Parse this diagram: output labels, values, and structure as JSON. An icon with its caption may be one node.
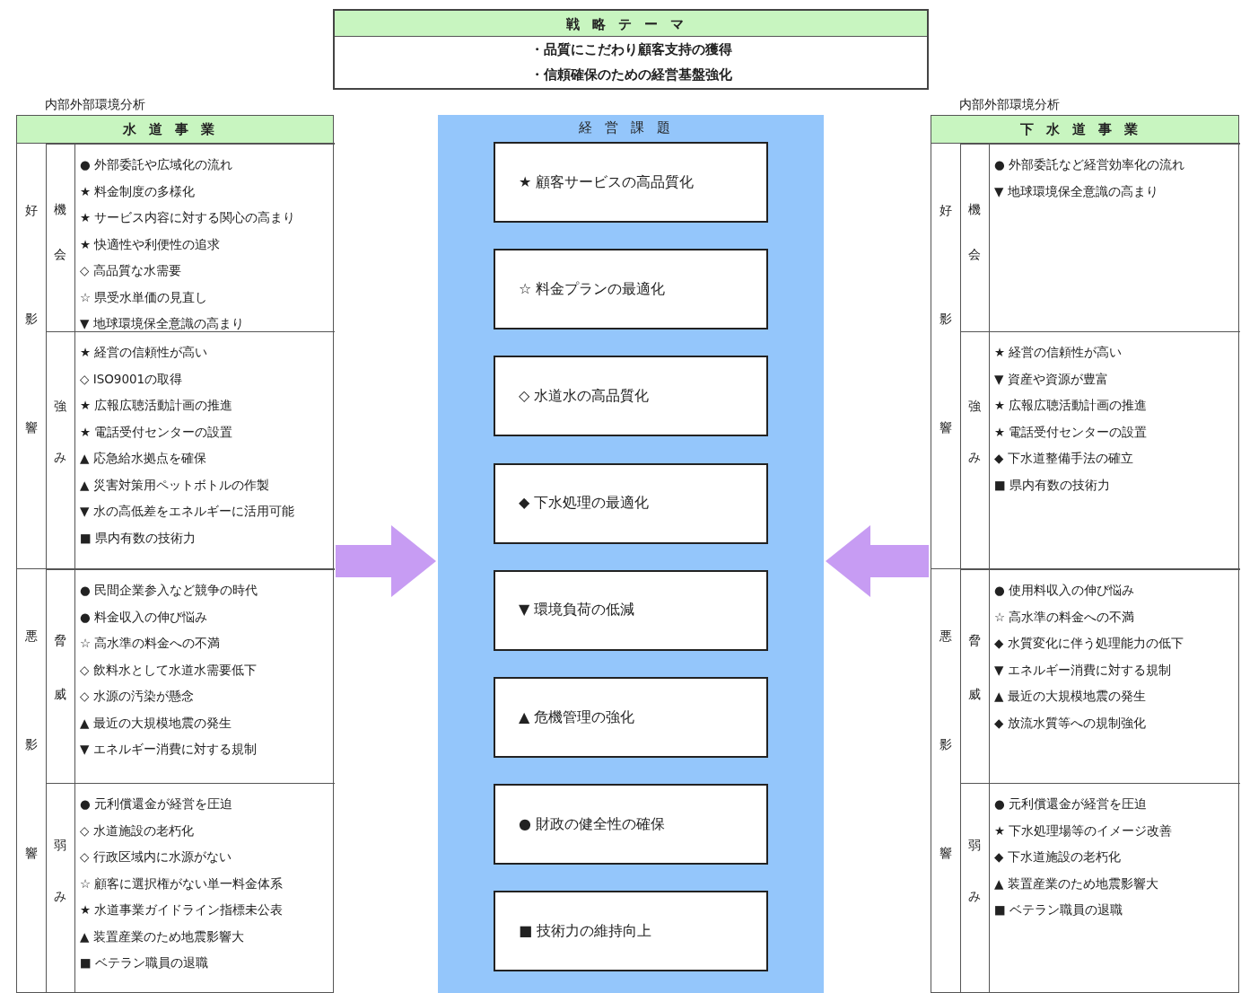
{
  "diagram": {
    "nodes": [
      {
        "text": [
          "戦略テーマ",
          "・品質にこだわり顧客支持の獲得",
          "・信頼確保のための経営基盤強化"
        ]
      },
      {
        "text": [
          "水道事業"
        ],
        "beside": [
          "内部外部環境分析"
        ]
      },
      {
        "text": [
          "好影響"
        ],
        "in": 1
      },
      {
        "text": [
          "機会",
          "● 外部委託や広域化の流れ",
          "★ 料金制度の多様化",
          "★ サービス内容に対する関心の高まり",
          "★ 快適性や利便性の追求",
          "◇ 高品質な水需要",
          "☆ 県受水単価の見直し",
          "▼ 地球環境保全意識の高まり"
        ],
        "in": 2
      },
      {
        "text": [
          "強み",
          "★ 経営の信頼性が高い",
          "◇ ISO9001の取得",
          "★ 広報広聴活動計画の推進",
          "★ 電話受付センターの設置",
          "▲ 応急給水拠点を確保",
          "▲ 災害対策用ペットボトルの作製",
          "▼ 水の高低差をエネルギーに活用可能",
          "■ 県内有数の技術力"
        ],
        "in": 2
      },
      {
        "text": [
          "悪影響"
        ],
        "in": 1
      },
      {
        "text": [
          "脅威",
          "● 民間企業参入など競争の時代",
          "● 料金収入の伸び悩み",
          "☆ 高水準の料金への不満",
          "◇ 飲料水として水道水需要低下",
          "◇ 水源の汚染が懸念",
          "▲ 最近の大規模地震の発生",
          "▼ エネルギー消費に対する規制"
        ],
        "in": 5
      },
      {
        "text": [
          "弱み",
          "● 元利償還金が経営を圧迫",
          "◇ 水道施設の老朽化",
          "◇ 行政区域内に水源がない",
          "☆ 顧客に選択権がない単一料金体系",
          "★ 水道事業ガイドライン指標未公表",
          "▲ 装置産業のため地震影響大",
          "■ ベテラン職員の退職"
        ],
        "in": 5
      },
      {
        "text": [
          "経営課題"
        ]
      },
      {
        "text": [
          "★ 顧客サービスの高品質化"
        ],
        "in": 8
      },
      {
        "text": [
          "☆ 料金プランの最適化"
        ],
        "in": 8
      },
      {
        "text": [
          "◇ 水道水の高品質化"
        ],
        "in": 8
      },
      {
        "text": [
          "◆ 下水処理の最適化"
        ],
        "in": 8
      },
      {
        "text": [
          "▼ 環境負荷の低減"
        ],
        "in": 8
      },
      {
        "text": [
          "▲ 危機管理の強化"
        ],
        "in": 8
      },
      {
        "text": [
          "● 財政の健全性の確保"
        ],
        "in": 8
      },
      {
        "text": [
          "■ 技術力の維持向上"
        ],
        "in": 8
      },
      {
        "text": [
          "下水道事業"
        ],
        "beside": [
          "内部外部環境分析"
        ]
      },
      {
        "text": [
          "好影響"
        ],
        "in": 17
      },
      {
        "text": [
          "機会",
          "● 外部委託など経営効率化の流れ",
          "▼ 地球環境保全意識の高まり"
        ],
        "in": 18
      },
      {
        "text": [
          "強み",
          "★ 経営の信頼性が高い",
          "▼ 資産や資源が豊富",
          "★ 広報広聴活動計画の推進",
          "★ 電話受付センターの設置",
          "◆ 下水道整備手法の確立",
          "■ 県内有数の技術力"
        ],
        "in": 18
      },
      {
        "text": [
          "悪影響"
        ],
        "in": 17
      },
      {
        "text": [
          "脅威",
          "● 使用料収入の伸び悩み",
          "☆ 高水準の料金への不満",
          "◆ 水質変化に伴う処理能力の低下",
          "▼ エネルギー消費に対する規制",
          "▲ 最近の大規模地震の発生",
          "◆ 放流水質等への規制強化"
        ],
        "in": 21
      },
      {
        "text": [
          "弱み",
          "● 元利償還金が経営を圧迫",
          "★ 下水処理場等のイメージ改善",
          "◆ 下水道施設の老朽化",
          "▲ 装置産業のため地震影響大",
          "■ ベテラン職員の退職"
        ],
        "in": 21
      }
    ],
    "edges": [
      {
        "from": 1,
        "to": 8,
        "arrow": "to"
      },
      {
        "from": 17,
        "to": 8,
        "arrow": "to"
      }
    ]
  }
}
